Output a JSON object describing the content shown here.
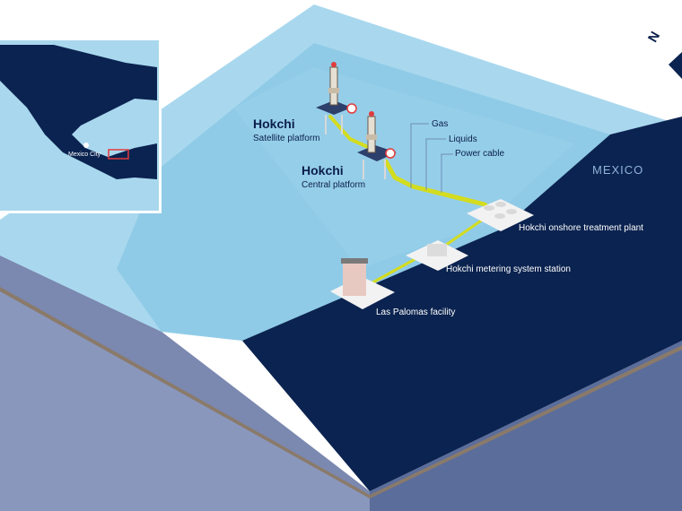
{
  "platforms": {
    "satellite": {
      "name": "Hokchi",
      "description": "Satellite platform"
    },
    "central": {
      "name": "Hokchi",
      "description": "Central platform"
    }
  },
  "legend": [
    "Gas",
    "Liquids",
    "Power cable"
  ],
  "country_label": "MEXICO",
  "facilities": {
    "treatment_plant": "Hokchi onshore treatment plant",
    "metering_station": "Hokchi metering system station",
    "las_palomas": "Las Palomas facility"
  },
  "inset_map": {
    "city_label": "Mexico City"
  },
  "compass": {
    "north_label": "N"
  },
  "colors": {
    "sea_light": "#a9d8ee",
    "sea_mid": "#8ecbe8",
    "land": "#0b2350",
    "pipeline": "#d4dc1f",
    "block_side_left": "#8391b8",
    "block_side_right": "#5d6f9c",
    "marker": "#e23b3b"
  }
}
